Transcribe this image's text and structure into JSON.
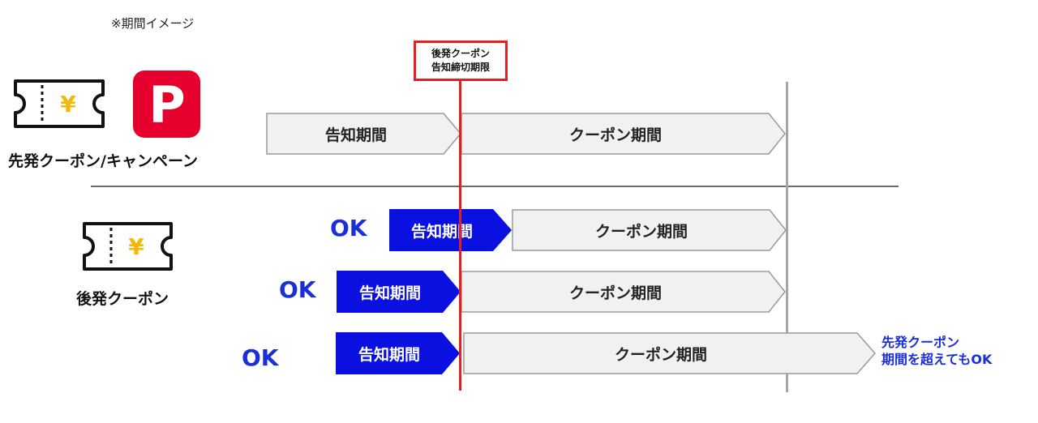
{
  "note": "※期間イメージ",
  "deadline_label": {
    "line1": "後発クーポン",
    "line2": "告知締切期限"
  },
  "categories": {
    "top": "先発クーポン/キャンペーン",
    "bottom": "後発クーポン"
  },
  "icons": [
    "coupon-ticket-icon",
    "paypay-logo-icon",
    "coupon-ticket-icon"
  ],
  "yen_symbol": "¥",
  "paypay_letter": "P",
  "top_row": {
    "notice": "告知期間",
    "coupon": "クーポン期間"
  },
  "rows": [
    {
      "ok": "OK",
      "notice": "告知期間",
      "coupon": "クーポン期間"
    },
    {
      "ok": "OK",
      "notice": "告知期間",
      "coupon": "クーポン期間"
    },
    {
      "ok": "OK",
      "notice": "告知期間",
      "coupon": "クーポン期間"
    }
  ],
  "side_note": {
    "line1": "先発クーポン",
    "line2": "期間を超えてもOK"
  },
  "colors": {
    "blue": "#0a10e0",
    "red": "#e52020",
    "gray_fill": "#f1f1f1",
    "gray_line": "#a6a6a6",
    "ok_text": "#1a2fd6",
    "paypay_red": "#e5002d",
    "yen_gold": "#f2b90a"
  }
}
